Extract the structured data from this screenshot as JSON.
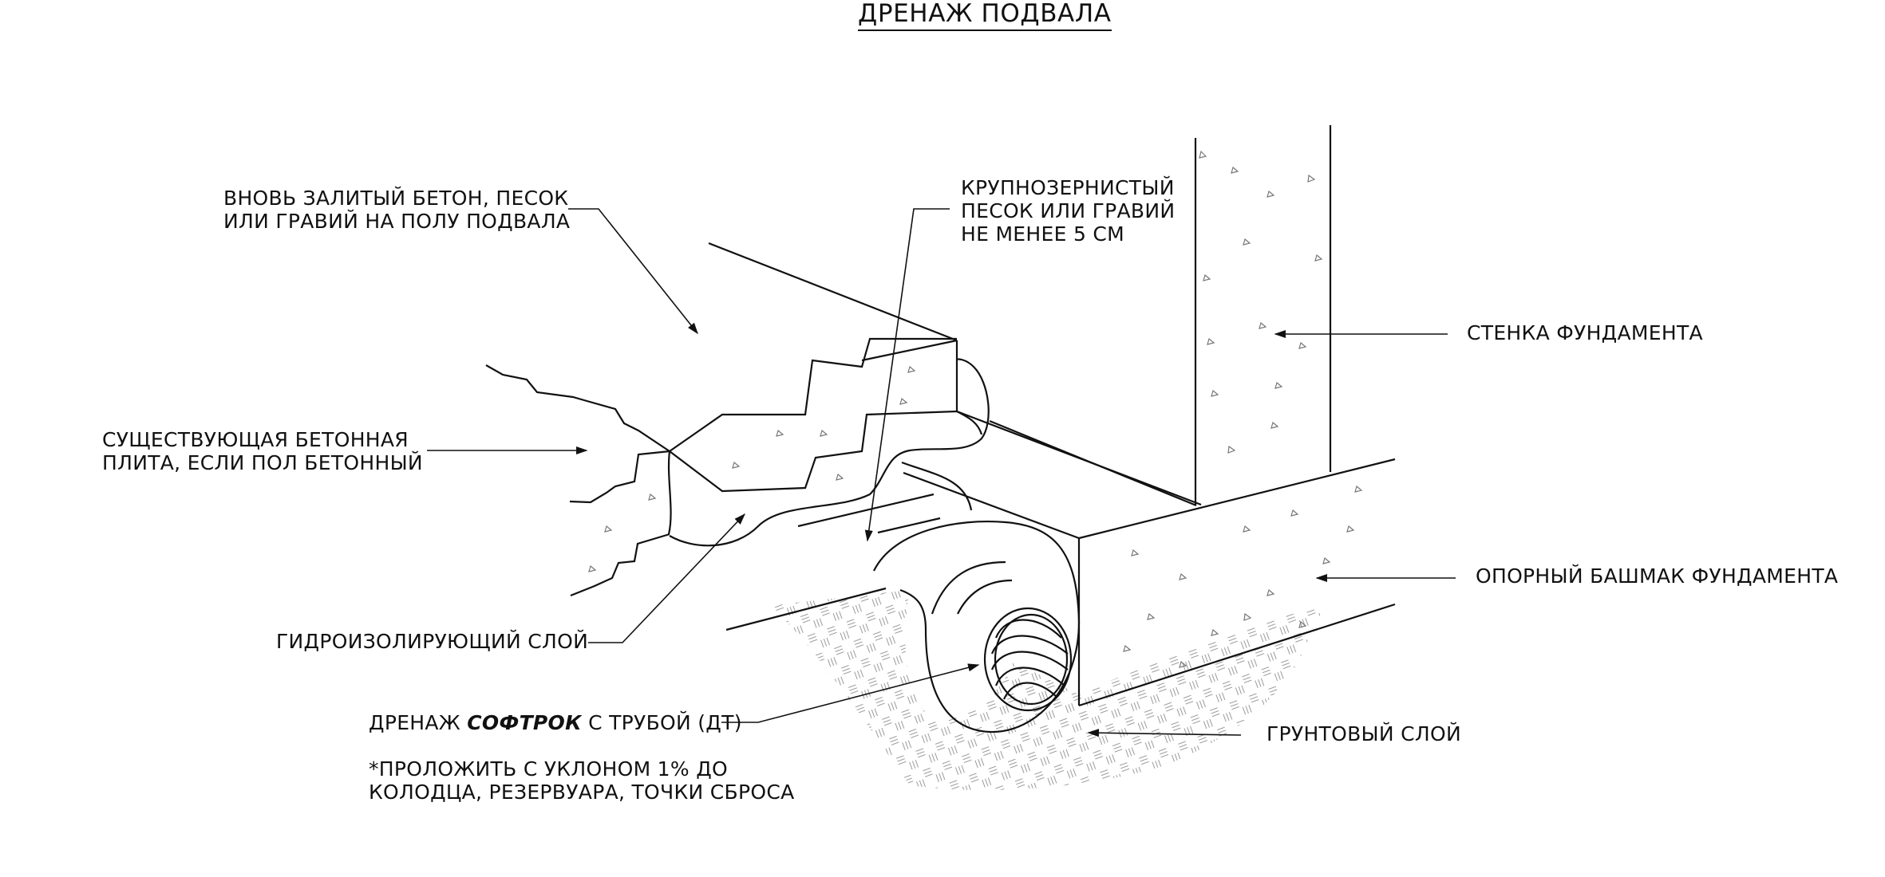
{
  "title": "ДРЕНАЖ ПОДВАЛА",
  "labels": {
    "new_concrete": [
      "ВНОВЬ ЗАЛИТЫЙ БЕТОН, ПЕСОК",
      "ИЛИ ГРАВИЙ НА ПОЛУ ПОДВАЛА"
    ],
    "coarse_sand": [
      "КРУПНОЗЕРНИСТЫЙ",
      "ПЕСОК ИЛИ ГРАВИЙ",
      "НЕ МЕНЕЕ 5 СМ"
    ],
    "foundation_wall": "СТЕНКА ФУНДАМЕНТА",
    "existing_slab": [
      "СУЩЕСТВУЮЩАЯ БЕТОННАЯ",
      "ПЛИТА, ЕСЛИ ПОЛ БЕТОННЫЙ"
    ],
    "footing": "ОПОРНЫЙ БАШМАК ФУНДАМЕНТА",
    "waterproofing": "ГИДРОИЗОЛИРУЮЩИЙ СЛОЙ",
    "drain": {
      "prefix": "ДРЕНАЖ ",
      "brand": "СОФТРОК",
      "suffix": " С ТРУБОЙ (ДТ)"
    },
    "soil": "ГРУНТОВЫЙ СЛОЙ",
    "note": [
      "*ПРОЛОЖИТЬ С УКЛОНОМ 1% ДО",
      "КОЛОДЦА, РЕЗЕРВУАРА, ТОЧКИ СБРОСА"
    ]
  }
}
